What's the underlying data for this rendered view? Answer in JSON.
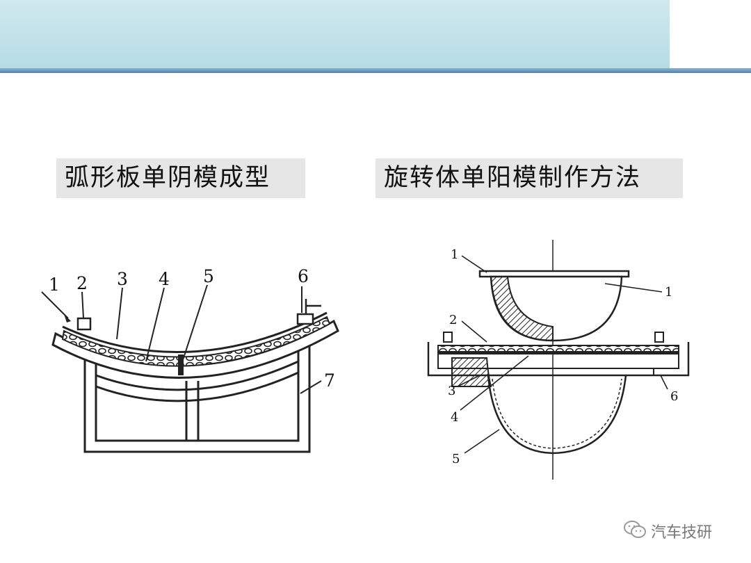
{
  "captions": {
    "left": "弧形板单阴模成型",
    "right": "旋转体单阳模制作方法"
  },
  "left_diagram": {
    "labels": [
      "1",
      "2",
      "3",
      "4",
      "5",
      "6",
      "7"
    ]
  },
  "right_diagram": {
    "labels": [
      "1",
      "1",
      "2",
      "3",
      "4",
      "5",
      "6"
    ]
  },
  "watermark": {
    "text": "汽车技研",
    "icon": "wechat-icon"
  }
}
